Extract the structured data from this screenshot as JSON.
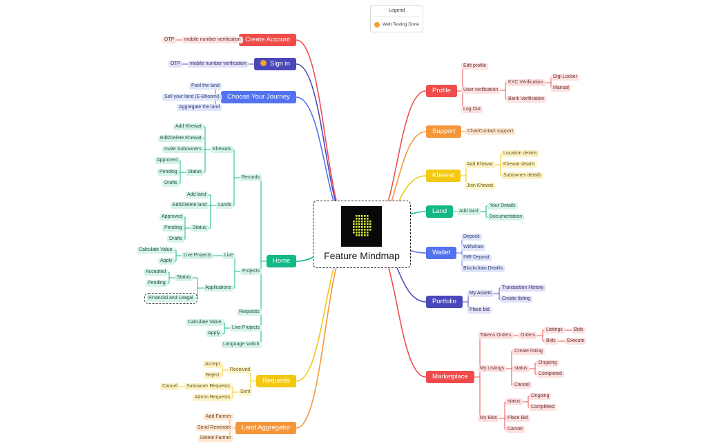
{
  "legend": {
    "title": "Legend",
    "item_label": "Web Testing Done",
    "item_icon": "web-testing-done-icon"
  },
  "center": {
    "title": "Feature Mindmap"
  },
  "branches": {
    "create_account": {
      "label": "Create Account",
      "color": "#f04b4b",
      "children": [
        {
          "label": "mobile number verification",
          "children": [
            {
              "label": "OTP"
            }
          ]
        }
      ]
    },
    "sign_in": {
      "label": "Sign in",
      "icon": "web-testing-done-icon",
      "color": "#4a48b8",
      "children": [
        {
          "label": "mobile number verification",
          "children": [
            {
              "label": "OTP"
            }
          ]
        }
      ]
    },
    "choose_journey": {
      "label": "Choose Your Journey",
      "color": "#5372f0",
      "children": [
        {
          "label": "Pool the land"
        },
        {
          "label": "Sell your land (E-Bhoomi)"
        },
        {
          "label": "Aggregate the land"
        }
      ]
    },
    "home": {
      "label": "Home",
      "color": "#12b886",
      "children": [
        {
          "label": "Records",
          "children": [
            {
              "label": "Khewats",
              "children": [
                {
                  "label": "Add Khewat"
                },
                {
                  "label": "Edit/Delete Khewat"
                },
                {
                  "label": "Invite Subowners"
                },
                {
                  "label": "Status",
                  "children": [
                    {
                      "label": "Approved"
                    },
                    {
                      "label": "Pending"
                    },
                    {
                      "label": "Drafts"
                    }
                  ]
                }
              ]
            },
            {
              "label": "Lands",
              "children": [
                {
                  "label": "Add land"
                },
                {
                  "label": "Edit/Delete land"
                },
                {
                  "label": "Status",
                  "children": [
                    {
                      "label": "Approved"
                    },
                    {
                      "label": "Pending"
                    },
                    {
                      "label": "Drafts"
                    }
                  ]
                }
              ]
            }
          ]
        },
        {
          "label": "Projects",
          "children": [
            {
              "label": "Live",
              "children": [
                {
                  "label": "Live Projects",
                  "children": [
                    {
                      "label": "Calculate Value"
                    },
                    {
                      "label": "Apply"
                    }
                  ]
                }
              ]
            },
            {
              "label": "Applications",
              "children": [
                {
                  "label": "Status",
                  "children": [
                    {
                      "label": "Accepted"
                    },
                    {
                      "label": "Pending"
                    }
                  ]
                },
                {
                  "label": "Financial and Leagal"
                }
              ]
            }
          ]
        },
        {
          "label": "Requests"
        },
        {
          "label": "Live Projects",
          "children": [
            {
              "label": "Calculate Value"
            },
            {
              "label": "Apply"
            }
          ]
        },
        {
          "label": "Language switch"
        }
      ]
    },
    "requests": {
      "label": "Requests",
      "color": "#f2c811",
      "children": [
        {
          "label": "Received",
          "children": [
            {
              "label": "Accept"
            },
            {
              "label": "Reject"
            }
          ]
        },
        {
          "label": "Sent",
          "children": [
            {
              "label": "Subowner Requests",
              "children": [
                {
                  "label": "Cancel"
                }
              ]
            },
            {
              "label": "Admin Requests"
            }
          ]
        }
      ]
    },
    "land_aggregator": {
      "label": "Land Aggregator",
      "color": "#f6963b",
      "children": [
        {
          "label": "Add Farmer"
        },
        {
          "label": "Send Reminder"
        },
        {
          "label": "Delete Farmer"
        }
      ]
    },
    "profile": {
      "label": "Profile",
      "color": "#f04b4b",
      "children": [
        {
          "label": "Edit profile"
        },
        {
          "label": "User verification",
          "children": [
            {
              "label": "KYC Verification",
              "children": [
                {
                  "label": "Digi Locker"
                },
                {
                  "label": "Manual"
                }
              ]
            },
            {
              "label": "Bank Verification"
            }
          ]
        },
        {
          "label": "Log Out"
        }
      ]
    },
    "support": {
      "label": "Support",
      "color": "#f6963b",
      "children": [
        {
          "label": "Chat/Contact support"
        }
      ]
    },
    "khewat": {
      "label": "Khewat",
      "color": "#f2c811",
      "children": [
        {
          "label": "Add Khewat",
          "children": [
            {
              "label": "Location details"
            },
            {
              "label": "Khewat details"
            },
            {
              "label": "Subownes details"
            }
          ]
        },
        {
          "label": "Join Khewat"
        }
      ]
    },
    "land": {
      "label": "Land",
      "color": "#12b886",
      "children": [
        {
          "label": "Add land",
          "children": [
            {
              "label": "Your Details"
            },
            {
              "label": "Documentation"
            }
          ]
        }
      ]
    },
    "wallet": {
      "label": "Wallet",
      "color": "#5372f0",
      "children": [
        {
          "label": "Deposit"
        },
        {
          "label": "Withdraw"
        },
        {
          "label": "INR Deposit"
        },
        {
          "label": "Blockchain Deatils"
        }
      ]
    },
    "portfolio": {
      "label": "Portfolio",
      "color": "#4a48b8",
      "children": [
        {
          "label": "My Assets",
          "children": [
            {
              "label": "Transaction History"
            },
            {
              "label": "Create listing"
            }
          ]
        },
        {
          "label": "Place bid"
        }
      ]
    },
    "marketplace": {
      "label": "Marketplace",
      "color": "#f04b4b",
      "children": [
        {
          "label": "Tokens Orders",
          "children": [
            {
              "label": "Orders",
              "children": [
                {
                  "label": "Listings",
                  "children": [
                    {
                      "label": "Bids"
                    }
                  ]
                },
                {
                  "label": "Bids",
                  "children": [
                    {
                      "label": "Execute"
                    }
                  ]
                }
              ]
            }
          ]
        },
        {
          "label": "My Listings",
          "children": [
            {
              "label": "Create listing"
            },
            {
              "label": "status",
              "children": [
                {
                  "label": "Ongoing"
                },
                {
                  "label": "Completed"
                }
              ]
            },
            {
              "label": "Cancel"
            }
          ]
        },
        {
          "label": "My Bids",
          "children": [
            {
              "label": "status",
              "children": [
                {
                  "label": "Ongoing"
                },
                {
                  "label": "Completed"
                }
              ]
            },
            {
              "label": "Place Bid"
            },
            {
              "label": "Cancel"
            }
          ]
        }
      ]
    }
  }
}
